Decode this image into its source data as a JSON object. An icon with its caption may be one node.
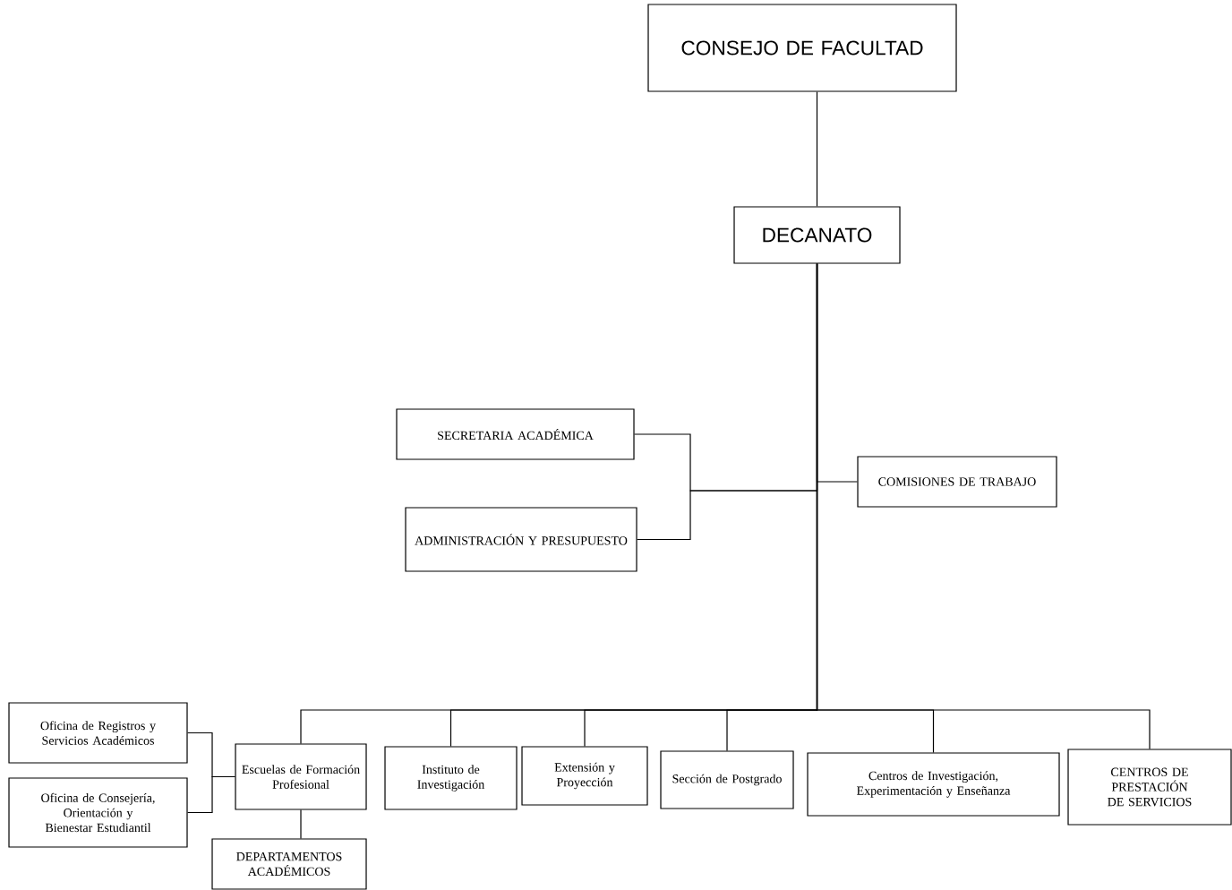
{
  "diagram": {
    "nodes": [
      {
        "text": [
          "CONSEJO DE FACULTAD"
        ]
      },
      {
        "text": [
          "DECANATO"
        ]
      },
      {
        "text": [
          "SECRETARIA ACADÉMICA"
        ]
      },
      {
        "text": [
          "ADMINISTRACIÓN Y PRESUPUESTO"
        ]
      },
      {
        "text": [
          "COMISIONES DE TRABAJO"
        ]
      },
      {
        "text": [
          "Oficina de Registros y Servicios Académicos"
        ]
      },
      {
        "text": [
          "Oficina de Consejería, Orientación y Bienestar Estudiantil"
        ]
      },
      {
        "text": [
          "Escuelas de Formación Profesional"
        ]
      },
      {
        "text": [
          "Instituto de Investigación"
        ]
      },
      {
        "text": [
          "Extensión y Proyección"
        ]
      },
      {
        "text": [
          "Sección de Postgrado"
        ]
      },
      {
        "text": [
          "Centros de Investigación, Experimentación y Enseñanza"
        ]
      },
      {
        "text": [
          "CENTROS DE PRESTACIÓN DE SERVICIOS"
        ]
      },
      {
        "text": [
          "DEPARTAMENTOS ACADÉMICOS"
        ]
      }
    ],
    "edges": [
      {
        "from": 0,
        "to": 1,
        "arrow": "none"
      },
      {
        "from": 1,
        "to": 2,
        "arrow": "none"
      },
      {
        "from": 1,
        "to": 3,
        "arrow": "none"
      },
      {
        "from": 1,
        "to": 4,
        "arrow": "none"
      },
      {
        "from": 1,
        "to": 7,
        "arrow": "none"
      },
      {
        "from": 1,
        "to": 8,
        "arrow": "none"
      },
      {
        "from": 1,
        "to": 9,
        "arrow": "none"
      },
      {
        "from": 1,
        "to": 10,
        "arrow": "none"
      },
      {
        "from": 1,
        "to": 11,
        "arrow": "none"
      },
      {
        "from": 1,
        "to": 12,
        "arrow": "none"
      },
      {
        "from": 7,
        "to": 13,
        "arrow": "none"
      },
      {
        "from": 7,
        "to": 5,
        "arrow": "none"
      },
      {
        "from": 7,
        "to": 6,
        "arrow": "none"
      }
    ]
  }
}
